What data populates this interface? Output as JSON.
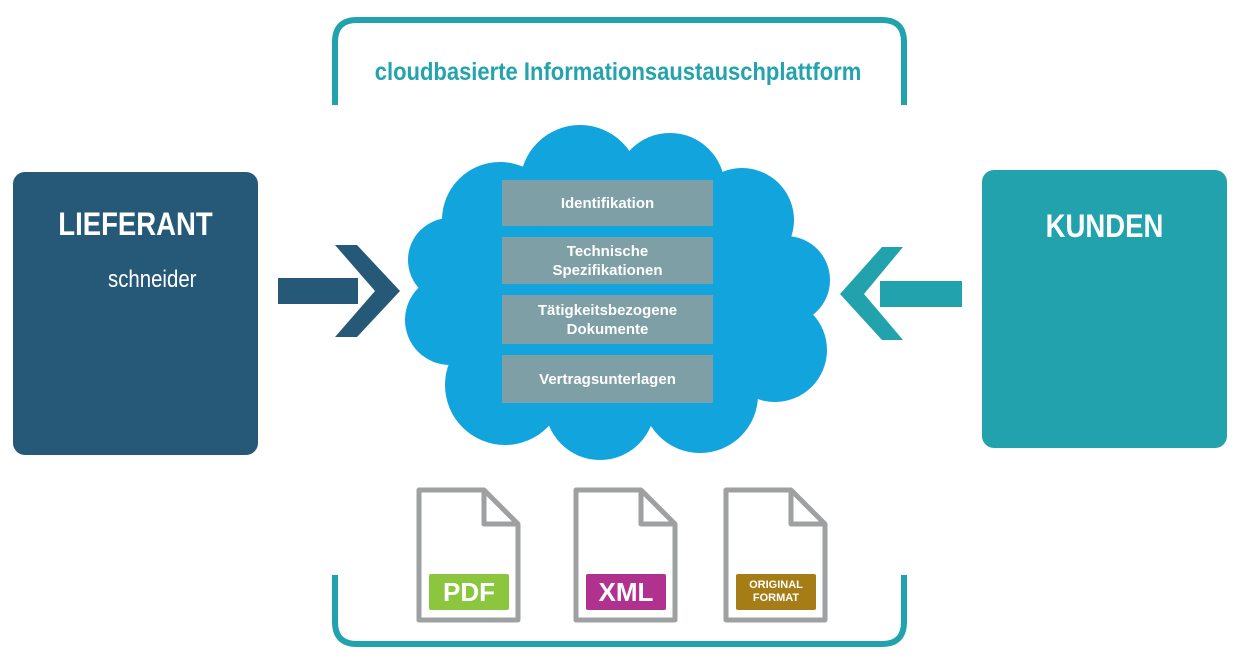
{
  "platform": {
    "title": "cloudbasierte Informationsaustauschplattform"
  },
  "supplier": {
    "title": "LIEFERANT",
    "brand_name": "schneider"
  },
  "customer": {
    "title": "KUNDEN"
  },
  "cloud": {
    "items": [
      {
        "label": "Identifikation"
      },
      {
        "label_line1": "Technische",
        "label_line2": "Spezifikationen"
      },
      {
        "label_line1": "Tätigkeitsbezogene",
        "label_line2": "Dokumente"
      },
      {
        "label": "Vertragsunterlagen"
      }
    ]
  },
  "formats": [
    {
      "label": "PDF",
      "color": "#8cc63f"
    },
    {
      "label": "XML",
      "color": "#b0328e"
    },
    {
      "label_line1": "ORIGINAL",
      "label_line2": "FORMAT",
      "color": "#a57c16"
    }
  ],
  "colors": {
    "teal": "#21a2ac",
    "navy": "#265977",
    "cloud_blue": "#12a4dc",
    "cloud_item": "#7f9fa6",
    "file_gray": "#9ea0a2"
  },
  "icons": [
    "factory-icon",
    "schneider-logo-icon",
    "customers-cycle-icon",
    "right-arrow-icon",
    "left-arrow-icon",
    "document-icon"
  ]
}
